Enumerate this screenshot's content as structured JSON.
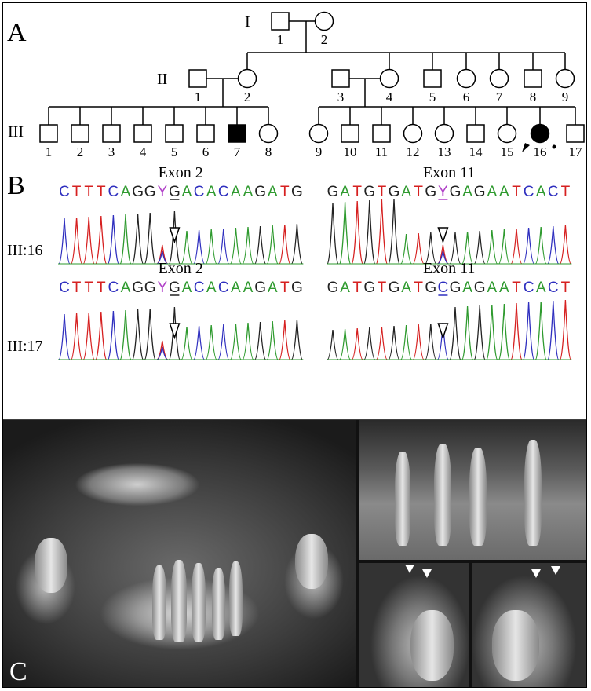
{
  "panels": {
    "a": "A",
    "b": "B",
    "c": "C"
  },
  "pedigree": {
    "generations": [
      "I",
      "II",
      "III"
    ],
    "gen1": [
      {
        "label": "1",
        "sex": "male"
      },
      {
        "label": "2",
        "sex": "female"
      }
    ],
    "gen2": [
      {
        "label": "1",
        "sex": "male"
      },
      {
        "label": "2",
        "sex": "female"
      },
      {
        "label": "3",
        "sex": "male"
      },
      {
        "label": "4",
        "sex": "female"
      },
      {
        "label": "5",
        "sex": "male"
      },
      {
        "label": "6",
        "sex": "female"
      },
      {
        "label": "7",
        "sex": "female"
      },
      {
        "label": "8",
        "sex": "male"
      },
      {
        "label": "9",
        "sex": "female"
      }
    ],
    "gen3": [
      {
        "label": "1",
        "sex": "male"
      },
      {
        "label": "2",
        "sex": "male"
      },
      {
        "label": "3",
        "sex": "male"
      },
      {
        "label": "4",
        "sex": "male"
      },
      {
        "label": "5",
        "sex": "male"
      },
      {
        "label": "6",
        "sex": "male"
      },
      {
        "label": "7",
        "sex": "male",
        "affected": true
      },
      {
        "label": "8",
        "sex": "female"
      },
      {
        "label": "9",
        "sex": "female"
      },
      {
        "label": "10",
        "sex": "male"
      },
      {
        "label": "11",
        "sex": "male"
      },
      {
        "label": "12",
        "sex": "female"
      },
      {
        "label": "13",
        "sex": "female"
      },
      {
        "label": "14",
        "sex": "male"
      },
      {
        "label": "15",
        "sex": "female"
      },
      {
        "label": "16",
        "sex": "female",
        "affected": true,
        "proband": true,
        "carrier_dot": true
      },
      {
        "label": "17",
        "sex": "male",
        "carrier_dot": true
      }
    ]
  },
  "sequencing": {
    "rows": [
      {
        "sample": "III:16",
        "exon_left": "Exon 2",
        "seq_left": "CTTTCAGGYGACACAAGATG",
        "exon_right": "Exon 11",
        "seq_right": "GATGTGATGYGAGAATCACT"
      },
      {
        "sample": "III:17",
        "exon_left": "Exon 2",
        "seq_left": "CTTTCAGGYGACACAAGATG",
        "exon_right": "Exon 11",
        "seq_right": "GATGTGATGCGAGAATCACT"
      }
    ],
    "base_colors": {
      "A": "#2e9a2e",
      "C": "#2f2fbf",
      "G": "#222222",
      "T": "#d62020",
      "Y": "#b040c8"
    }
  }
}
